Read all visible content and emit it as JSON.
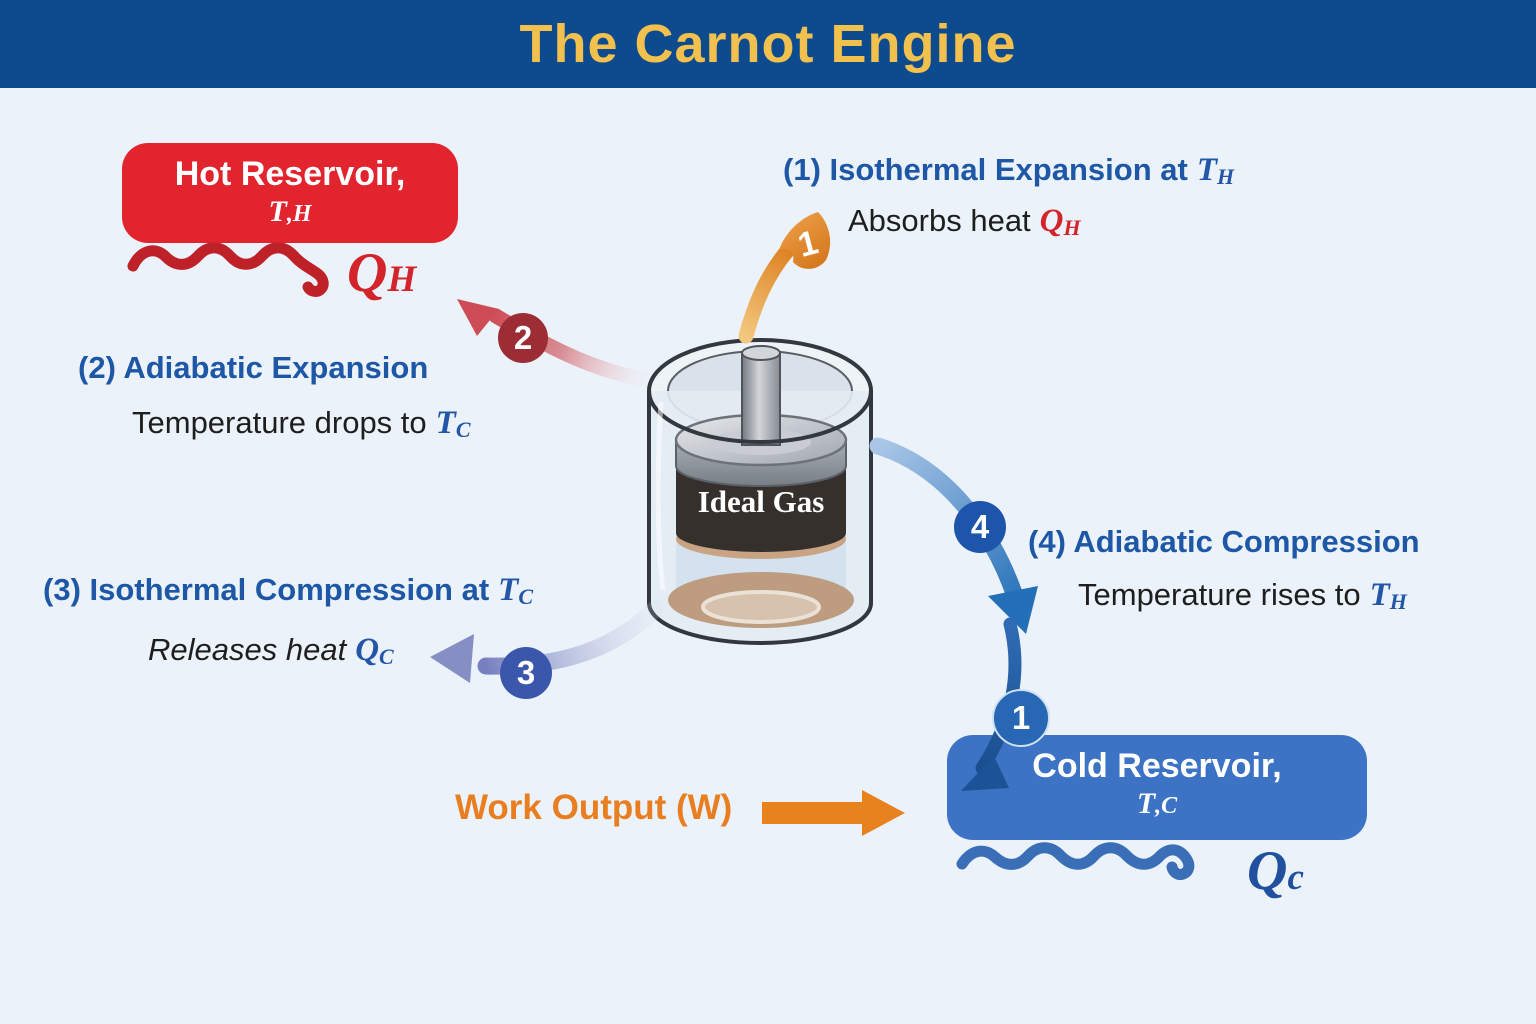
{
  "header": {
    "title": "The Carnot Engine",
    "bg_color": "#0d4a8e",
    "title_color": "#f2c14d"
  },
  "hot_reservoir": {
    "label": "Hot Reservoir,",
    "temp_base": "T",
    "temp_sub": ",H",
    "q_base": "Q",
    "q_sub": "H",
    "box_color": "#e2242e"
  },
  "cold_reservoir": {
    "label": "Cold Reservoir,",
    "temp_base": "T",
    "temp_sub": ",C",
    "q_base": "Q",
    "q_sub": "c",
    "box_color": "#3d73c5"
  },
  "cylinder": {
    "label": "Ideal Gas"
  },
  "steps": [
    {
      "badge": "1",
      "heading": "(1) Isothermal Expansion at",
      "heading_math": {
        "base": "T",
        "sub": "H"
      },
      "desc": "Absorbs heat",
      "desc_math": {
        "base": "Q",
        "sub": "H"
      }
    },
    {
      "badge": "2",
      "heading": "(2) Adiabatic Expansion",
      "desc": "Temperature drops to",
      "desc_math": {
        "base": "T",
        "sub": "C"
      }
    },
    {
      "badge": "3",
      "heading": "(3) Isothermal Compression at",
      "heading_math": {
        "base": "T",
        "sub": "C"
      },
      "desc": "Releases heat",
      "desc_math": {
        "base": "Q",
        "sub": "C"
      }
    },
    {
      "badge": "4",
      "heading": "(4) Adiabatic Compression",
      "desc": "Temperature rises to",
      "desc_math": {
        "base": "T",
        "sub": "H"
      }
    }
  ],
  "cold_inflow_badge": "1",
  "work_output": {
    "label": "Work Output (W)",
    "color": "#e87e1f"
  },
  "colors": {
    "background": "#ebf2fa",
    "step_heading": "#1d57a5",
    "body_text": "#1e1e1e",
    "math_blue": "#2456a8",
    "math_red": "#d3232b",
    "arrow_orange": "#de8223",
    "arrow_red": "#cf5058",
    "arrow_periwinkle": "#7780be",
    "arrow_blue": "#2470b8",
    "arrow_dark_blue": "#1b4f8f"
  }
}
